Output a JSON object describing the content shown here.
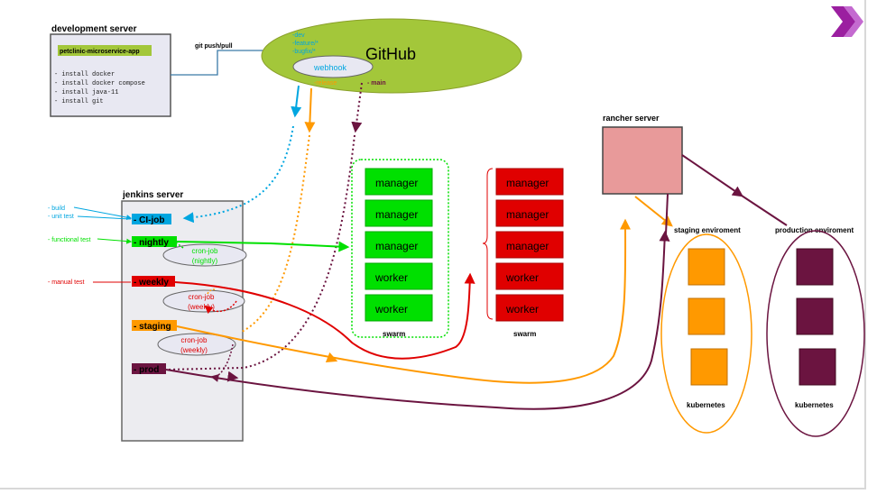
{
  "dev_server": {
    "title": "development server",
    "app_label": "petclinic-microservice-app",
    "steps": [
      "- install docker",
      "- install docker compose",
      "- install java-11",
      "- install git"
    ]
  },
  "git_push_label": "git push/pull",
  "github": {
    "title": "GitHub",
    "branches": [
      "-dev",
      "-feature/*",
      "-bugfix/*"
    ],
    "webhook": "webhook",
    "release": "-release",
    "main": "- main"
  },
  "jenkins": {
    "title": "jenkins server",
    "jobs": [
      "- CI-job",
      "- nightly",
      "- weekly",
      "- staging",
      "- prod"
    ],
    "cron_jobs": [
      {
        "line1": "cron-job",
        "line2": "(nightly)"
      },
      {
        "line1": "cron-job",
        "line2": "(weekly)"
      },
      {
        "line1": "cron-job",
        "line2": "(weekly)"
      }
    ]
  },
  "test_labels": {
    "build": "- build",
    "unit": "- unit test",
    "functional": "- functional test",
    "manual": "- manual test"
  },
  "swarm_green": {
    "nodes": [
      "manager",
      "manager",
      "manager",
      "worker",
      "worker"
    ],
    "label": "swarm"
  },
  "swarm_red": {
    "nodes": [
      "manager",
      "manager",
      "manager",
      "worker",
      "worker"
    ],
    "label": "swarm"
  },
  "rancher": {
    "title": "rancher server"
  },
  "staging_env": {
    "title": "staging enviroment",
    "label": "kubernetes"
  },
  "production_env": {
    "title": "production enviroment",
    "label": "kubernetes"
  },
  "colors": {
    "ci": "#00a6e0",
    "nightly": "#00e000",
    "weekly": "#e00000",
    "staging": "#ff9900",
    "prod": "#6b1440",
    "github": "#a3c73a",
    "rancher": "#e89a9a",
    "logo": "#9b1fa0"
  }
}
